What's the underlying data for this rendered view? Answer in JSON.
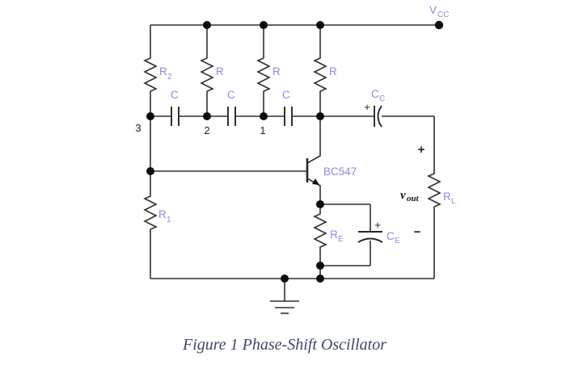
{
  "caption": "Figure 1 Phase-Shift Oscillator",
  "colors": {
    "background": "#ffffff",
    "wire": "#303030",
    "junction_dot": "#0d0d0d",
    "component_label": "#8b8bdb",
    "annotation_text": "#1f1f1f",
    "caption_text": "#3c4763"
  },
  "supply": {
    "name": "V",
    "sub": "CC"
  },
  "feedback_network": {
    "r2": {
      "name": "R",
      "sub": "2"
    },
    "r_stage2": {
      "name": "R"
    },
    "r_stage1": {
      "name": "R"
    },
    "r_collector": {
      "name": "R"
    },
    "c_stage3": "C",
    "c_stage2": "C",
    "c_stage1": "C",
    "node3": "3",
    "node2": "2",
    "node1": "1"
  },
  "bias_network": {
    "r1": {
      "name": "R",
      "sub": "1"
    },
    "re": {
      "name": "R",
      "sub": "E"
    },
    "ce": {
      "name": "C",
      "sub": "E"
    },
    "ce_plus": "+"
  },
  "coupling": {
    "cc": {
      "name": "C",
      "sub": "C"
    },
    "cc_plus": "+"
  },
  "transistor": {
    "part": "BC547"
  },
  "output": {
    "plus": "+",
    "minus": "−",
    "v": "v",
    "v_sub": "out",
    "rl": {
      "name": "R",
      "sub": "L"
    }
  }
}
